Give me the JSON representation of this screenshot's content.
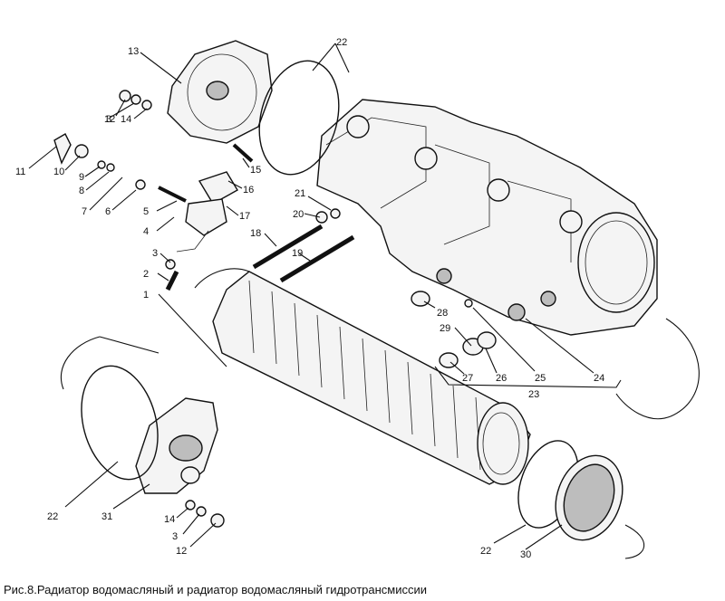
{
  "caption": "Рис.8.Радиатор водомасляный и радиатор водомасляный гидротрансмиссии",
  "callouts": {
    "c1": "1",
    "c2": "2",
    "c3a": "3",
    "c3b": "3",
    "c3c": "3",
    "c4": "4",
    "c5": "5",
    "c6": "6",
    "c7": "7",
    "c8": "8",
    "c9": "9",
    "c10": "10",
    "c11": "11",
    "c12a": "12",
    "c12b": "12",
    "c13": "13",
    "c14a": "14",
    "c14b": "14",
    "c15": "15",
    "c16": "16",
    "c17": "17",
    "c18": "18",
    "c19": "19",
    "c20": "20",
    "c21": "21",
    "c22a": "22",
    "c22b": "22",
    "c22c": "22",
    "c23": "23",
    "c24": "24",
    "c25": "25",
    "c26": "26",
    "c27": "27",
    "c28": "28",
    "c29": "29",
    "c30": "30",
    "c31": "31"
  }
}
